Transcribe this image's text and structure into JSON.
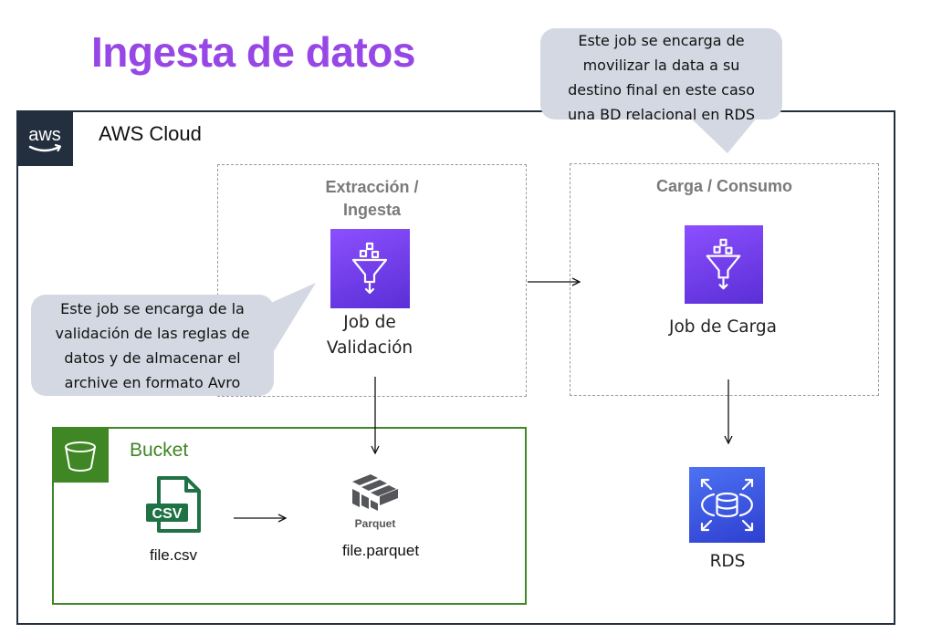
{
  "title": "Ingesta de datos",
  "cloud": {
    "label": "AWS Cloud",
    "badge_text": "aws"
  },
  "groups": {
    "extraction": {
      "line1": "Extracción /",
      "line2": "Ingesta"
    },
    "load": {
      "label": "Carga / Consumo"
    }
  },
  "services": {
    "validation_job": {
      "line1": "Job de",
      "line2": "Validación",
      "icon": "glue-funnel-icon"
    },
    "load_job": {
      "label": "Job de Carga",
      "icon": "glue-funnel-icon"
    },
    "rds": {
      "label": "RDS",
      "icon": "rds-database-icon"
    }
  },
  "callouts": {
    "load_note": [
      "Este job se encarga de",
      "movilizar la data a su",
      "destino final en este caso",
      "una BD relacional en RDS"
    ],
    "validation_note": [
      "Este job se encarga de la",
      "validación de las reglas de",
      "datos y de almacenar el",
      "archive en formato Avro"
    ]
  },
  "bucket": {
    "label": "Bucket",
    "csv_file": {
      "label": "file.csv",
      "badge": "CSV"
    },
    "parquet_file": {
      "label": "file.parquet",
      "badge": "Parquet"
    }
  },
  "colors": {
    "title": "#9747e6",
    "aws_navy": "#232f3e",
    "bucket_green": "#3f8624",
    "glue_purple": "#8c4fff",
    "rds_blue": "#4d72f3",
    "callout_bg": "#d3d8e2"
  }
}
